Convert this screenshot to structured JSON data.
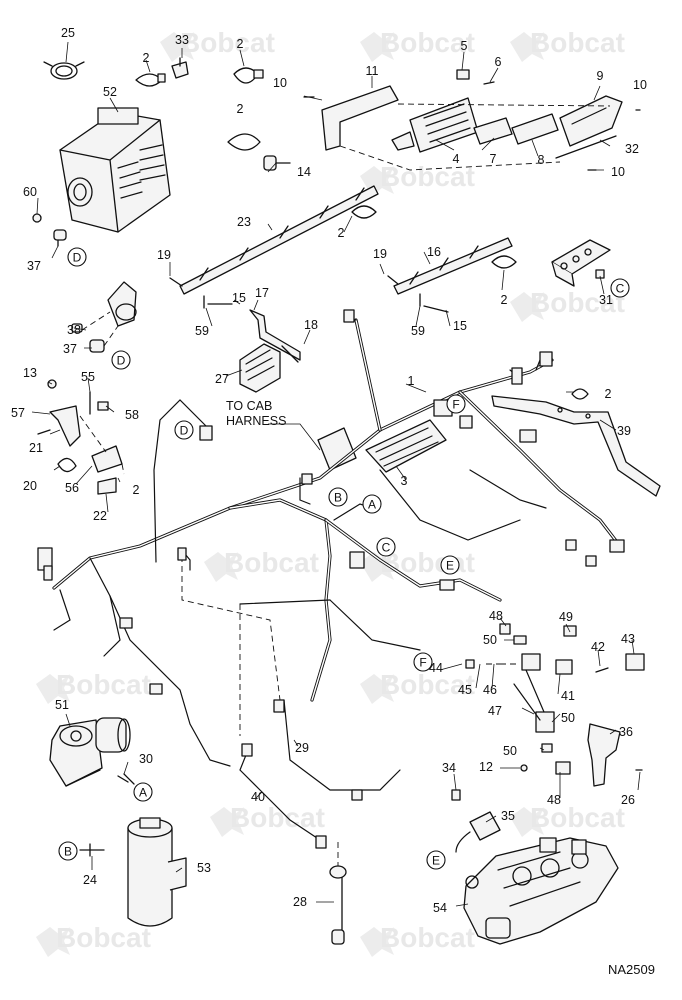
{
  "watermark": "Bobcat",
  "drawing_code": "NA2509",
  "note_label": "TO CAB\nHARNESS",
  "callouts": [
    "25",
    "2",
    "33",
    "2",
    "52",
    "11",
    "5",
    "6",
    "9",
    "10",
    "10",
    "2",
    "4",
    "7",
    "8",
    "32",
    "10",
    "14",
    "60",
    "37",
    "23",
    "2",
    "19",
    "16",
    "19",
    "2",
    "31",
    "15",
    "17",
    "15",
    "59",
    "59",
    "18",
    "38",
    "37",
    "27",
    "1",
    "2",
    "13",
    "55",
    "58",
    "57",
    "21",
    "20",
    "56",
    "2",
    "22",
    "39",
    "3",
    "48",
    "49",
    "50",
    "42",
    "43",
    "44",
    "45",
    "46",
    "41",
    "47",
    "50",
    "51",
    "30",
    "36",
    "50",
    "12",
    "34",
    "48",
    "26",
    "40",
    "29",
    "35",
    "53",
    "24",
    "28",
    "54"
  ],
  "refs": [
    "D",
    "D",
    "D",
    "F",
    "B",
    "A",
    "C",
    "E",
    "C",
    "F",
    "A",
    "B",
    "E"
  ]
}
